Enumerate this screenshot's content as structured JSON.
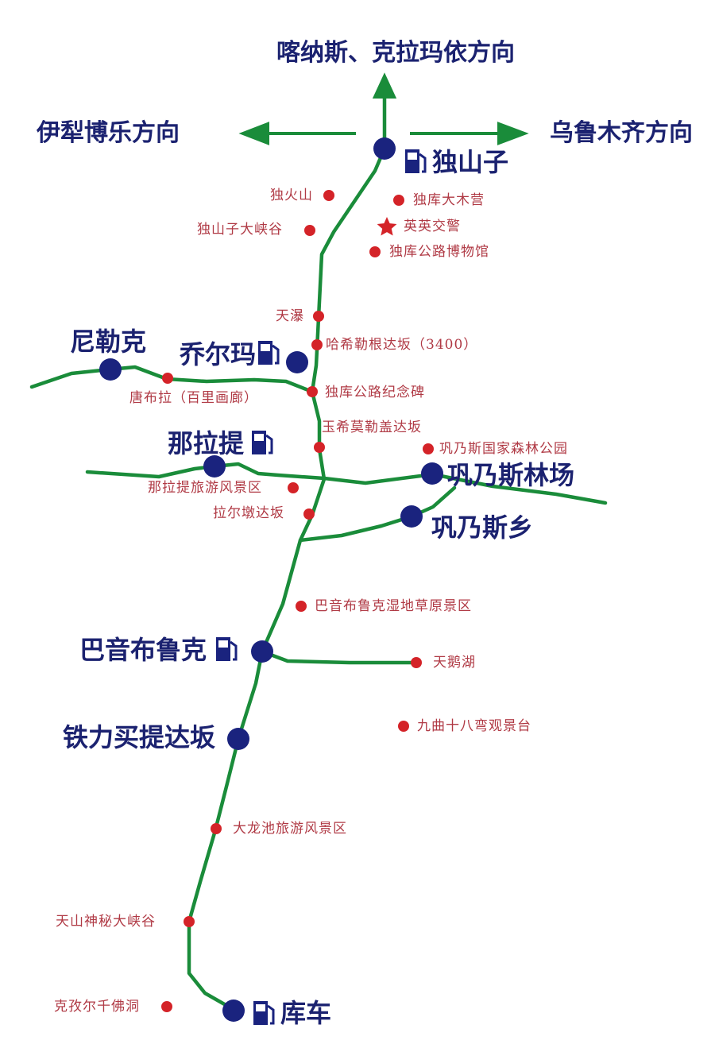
{
  "colors": {
    "road": "#1a8c3a",
    "town": "#1b2270",
    "poi": "#d42328",
    "poi_text": "#b03a45",
    "arrow": "#1a8c3a"
  },
  "icons": {
    "fuel": "fuel-station-icon",
    "scenic": "red-dot-icon",
    "landmark": "red-star-icon"
  },
  "directions": {
    "north": "喀纳斯、克拉玛依方向",
    "west": "伊犁博乐方向",
    "east": "乌鲁木齐方向"
  },
  "towns": {
    "dushanzi": "独山子",
    "nileke": "尼勒克",
    "qiaoerma": "乔尔玛",
    "nalati": "那拉提",
    "gongnaisi_forest": "巩乃斯林场",
    "gongnaisi_town": "巩乃斯乡",
    "bayinbuluke": "巴音布鲁克",
    "tielimaiti": "铁力买提达坂",
    "kuche": "库车"
  },
  "pois": {
    "duhuoshan": "独火山",
    "dushanzi_canyon": "独山子大峡谷",
    "dumumuying": "独库大木营",
    "hero_police": "英英交警",
    "museum": "独库公路博物馆",
    "tianpu": "天瀑",
    "habuqigen": "哈希勒根达坂（3400）",
    "tangbula": "唐布拉（百里画廊）",
    "monument": "独库公路纪念碑",
    "yuximolegai": "玉希莫勒盖达坂",
    "forest_park": "巩乃斯国家森林公园",
    "nalati_scenic": "那拉提旅游风景区",
    "laerdun": "拉尔墩达坂",
    "grassland": "巴音布鲁克湿地草原景区",
    "swan_lake": "天鹅湖",
    "jiuqu": "九曲十八弯观景台",
    "dalongchi": "大龙池旅游风景区",
    "tianshan_canyon": "天山神秘大峡谷",
    "kezil_buddha": "克孜尔千佛洞"
  }
}
